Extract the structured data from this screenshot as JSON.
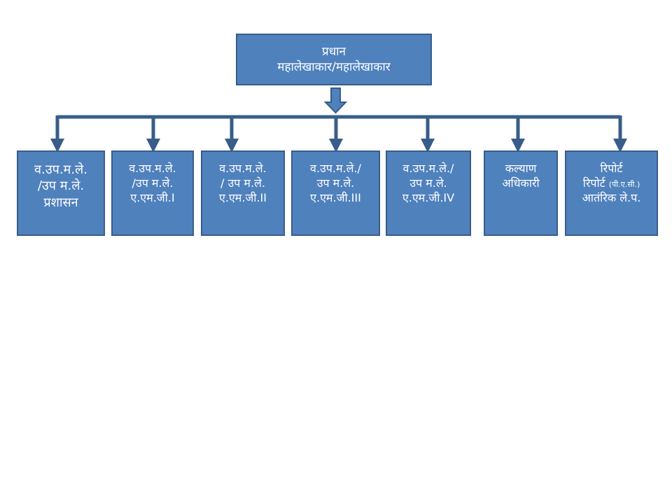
{
  "colors": {
    "box_fill": "#4f81bd",
    "box_border": "#385d8a",
    "connector": "#385d8a",
    "text": "#ffffff"
  },
  "root": {
    "line1": "प्रधान",
    "line2": "महालेखाकार/महालेखाकार"
  },
  "children": [
    {
      "line1": "व.उप.म.ले.",
      "line2": "/उप म.ले.",
      "line3": "प्रशासन"
    },
    {
      "line1": "व.उप.म.ले.",
      "line2": "/उप म.ले.",
      "line3": "ए.एम.जी.I"
    },
    {
      "line1": "व.उप.म.ले.",
      "line2": "/ उप म.ले.",
      "line3": "ए.एम.जी.II"
    },
    {
      "line1": "व.उप.म.ले./",
      "line2": "उप म.ले.",
      "line3": "ए.एम.जी.III"
    },
    {
      "line1": "व.उप.म.ले./",
      "line2": "उप म.ले.",
      "line3": "ए.एम.जी.IV"
    },
    {
      "line1": "कल्याण",
      "line2": "अधिकारी"
    },
    {
      "line1": "रिपोर्ट",
      "line2a": "रिपोर्ट",
      "line2b": "(पी.ए.सी.)",
      "line3": "आतंरिक ले.प."
    }
  ]
}
